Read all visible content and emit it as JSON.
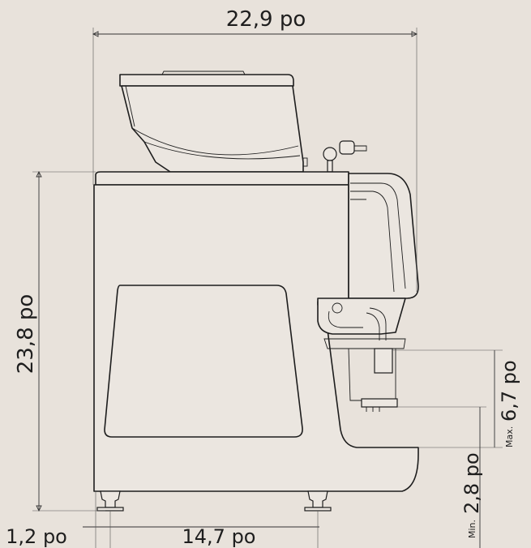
{
  "dimensions": {
    "overall_width": "22,9 po",
    "overall_height": "23,8 po",
    "foot_offset": "1,2 po",
    "foot_span": "14,7 po",
    "max_clearance": "6,7 po",
    "max_prefix": "Max.",
    "min_clearance": "2,8 po",
    "min_prefix": "Min."
  },
  "colors": {
    "background": "#e8e2db",
    "line": "#1d1d1d"
  }
}
